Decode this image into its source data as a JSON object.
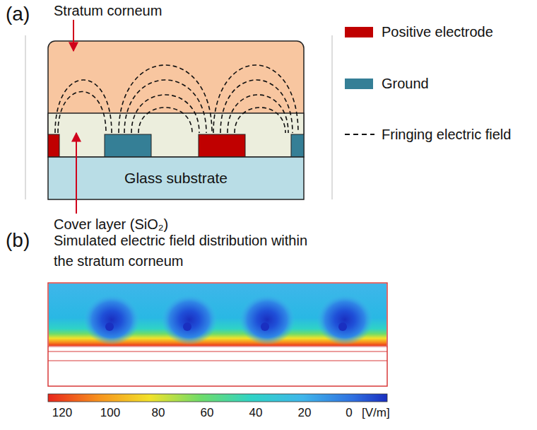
{
  "diagram": {
    "nodes": [
      {
        "text": [
          "Glass substrate"
        ]
      }
    ],
    "labels": [
      "(a)",
      "Stratum corneum",
      "Cover layer (SiO₂)",
      "(b)",
      "Simulated electric field distribution within the stratum corneum",
      "120",
      "100",
      "80",
      "60",
      "40",
      "20",
      "0",
      "[V/m]"
    ],
    "legend": [
      {
        "text": "Positive electrode",
        "color": "#c00000"
      },
      {
        "text": "Ground",
        "color": "#357f96"
      },
      {
        "text": "Fringing electric field"
      }
    ]
  }
}
